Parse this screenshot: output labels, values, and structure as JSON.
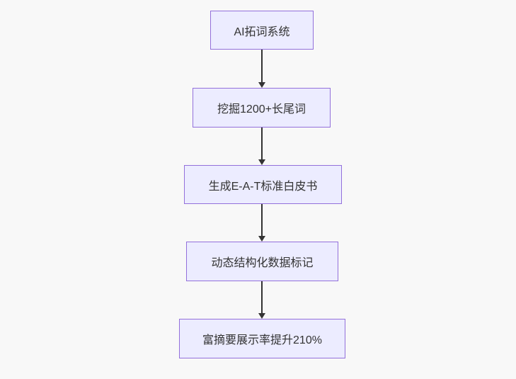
{
  "diagram": {
    "type": "flowchart-vertical",
    "colors": {
      "page_background": "#f8f8f8",
      "node_fill": "#ECECFF",
      "node_border": "#9370DB",
      "text_color": "#333333",
      "arrow_color": "#333333"
    },
    "nodes": [
      {
        "label": "AI拓词系统"
      },
      {
        "label": "挖掘1200+长尾词"
      },
      {
        "label": "生成E-A-T标准白皮书"
      },
      {
        "label": "动态结构化数据标记"
      },
      {
        "label": "富摘要展示率提升210%"
      }
    ],
    "edges": [
      {
        "from": 0,
        "to": 1
      },
      {
        "from": 1,
        "to": 2
      },
      {
        "from": 2,
        "to": 3
      },
      {
        "from": 3,
        "to": 4
      }
    ]
  }
}
